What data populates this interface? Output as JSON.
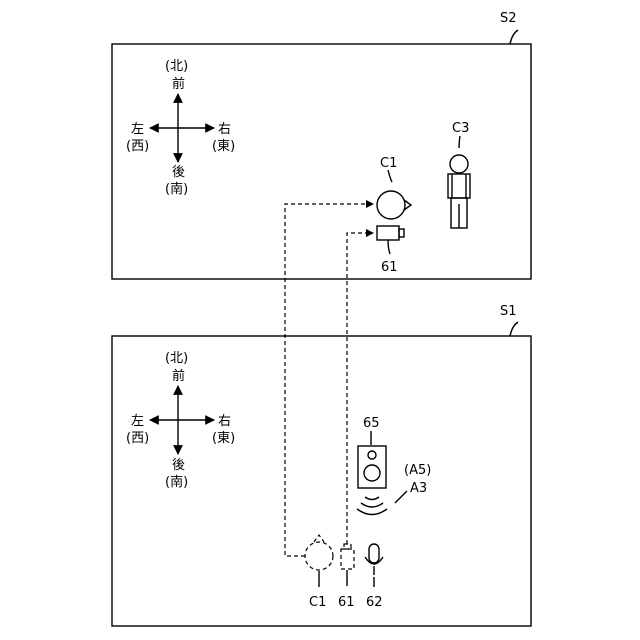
{
  "rooms": {
    "upper": {
      "label": "S2"
    },
    "lower": {
      "label": "S1"
    }
  },
  "compass": {
    "north_kanji": "(北)",
    "front": "前",
    "back": "後",
    "south_kanji": "(南)",
    "left": "左",
    "west_kanji": "(西)",
    "right": "右",
    "east_kanji": "(東)"
  },
  "upper_room": {
    "c1_label": "C1",
    "c3_label": "C3",
    "camera_label": "61"
  },
  "lower_room": {
    "speaker_label": "65",
    "a5_label": "(A5)",
    "a3_label": "A3",
    "c1_label": "C1",
    "camera_label": "61",
    "mic_label": "62"
  },
  "icons": [
    "speaker-icon",
    "camera-icon",
    "microphone-icon",
    "person-icon",
    "head-icon",
    "sound-wave-icon"
  ]
}
